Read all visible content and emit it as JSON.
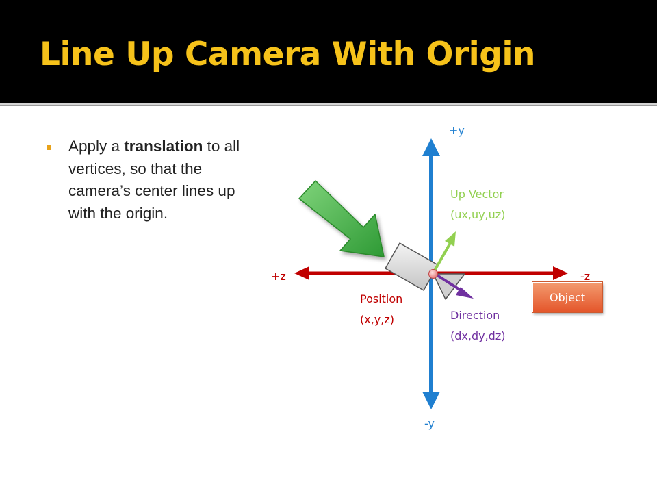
{
  "slide": {
    "title": "Line Up Camera With Origin",
    "bullet": {
      "before": "Apply a ",
      "bold": "translation",
      "after": " to all vertices, so that the camera’s center lines up with the origin."
    }
  },
  "diagram": {
    "labels": {
      "plus_y": "+y",
      "minus_y": "-y",
      "plus_z": "+z",
      "minus_z": "-z",
      "up_vector_line1": "Up Vector",
      "up_vector_line2": "(ux,uy,uz)",
      "position_line1": "Position",
      "position_line2": "(x,y,z)",
      "direction_line1": "Direction",
      "direction_line2": "(dx,dy,dz)",
      "object": "Object"
    },
    "colors": {
      "y_axis": "#1f7fd0",
      "z_axis": "#c00000",
      "up_vector": "#92d050",
      "direction": "#7030a0",
      "big_arrow": "#3fae3f",
      "object_fill": "#e86a3a",
      "title": "#f6c21a",
      "bullet_marker": "#e8a21a"
    },
    "icons": [
      "camera-icon",
      "origin-point-icon",
      "translation-arrow-icon"
    ]
  }
}
